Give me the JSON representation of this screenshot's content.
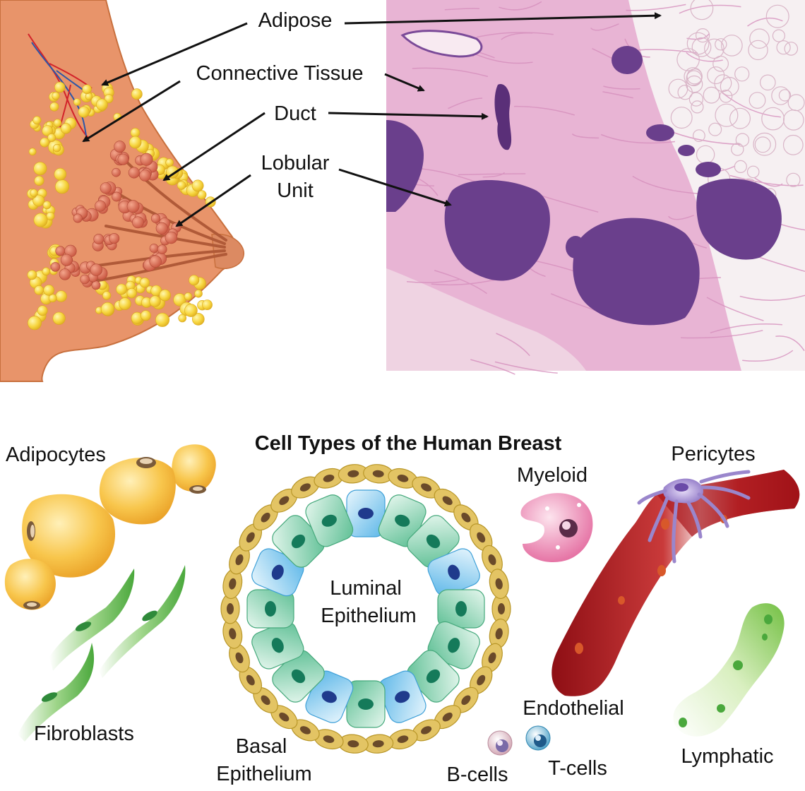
{
  "top_labels": {
    "adipose": "Adipose",
    "connective_tissue": "Connective Tissue",
    "duct": "Duct",
    "lobular_line1": "Lobular",
    "lobular_line2": "Unit"
  },
  "bottom": {
    "title": "Cell Types of the Human Breast",
    "adipocytes": "Adipocytes",
    "fibroblasts": "Fibroblasts",
    "luminal_line1": "Luminal",
    "luminal_line2": "Epithelium",
    "basal_line1": "Basal",
    "basal_line2": "Epithelium",
    "myeloid": "Myeloid",
    "pericytes": "Pericytes",
    "endothelial": "Endothelial",
    "b_cells": "B-cells",
    "t_cells": "T-cells",
    "lymphatic": "Lymphatic"
  },
  "colors": {
    "breast_skin": "#e8946a",
    "breast_outline": "#c8703e",
    "fat": "#f7d640",
    "lobule": "#e06e58",
    "histo_bg": "#e8b4d4",
    "histo_lobule": "#6a3f8c",
    "luminal_green": "#6ecaa0",
    "luminal_blue": "#7ec8ef",
    "basal_gold": "#e3c464",
    "vessel_red": "#a8141a",
    "pericyte_purple": "#9a86cc",
    "fibroblast_green": "#5ab848",
    "adipocyte_orange": "#f5b73a",
    "myeloid_pink": "#e8709c"
  }
}
